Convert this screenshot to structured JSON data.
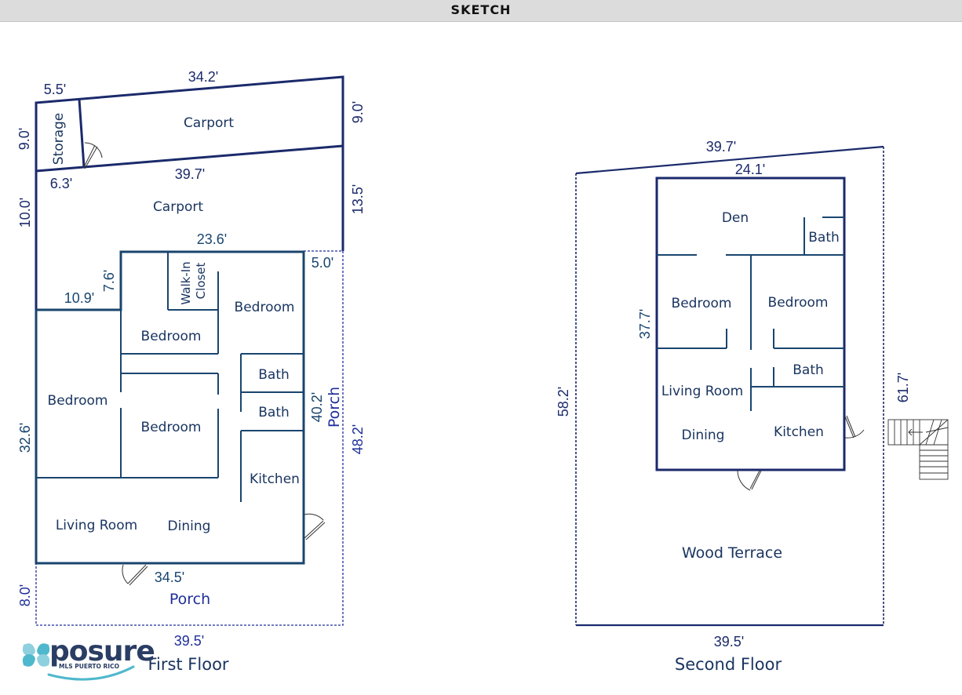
{
  "header": {
    "title": "SKETCH"
  },
  "colors": {
    "outline_navy": "#1b2a6b",
    "interior_blue": "#19456e",
    "label_blue": "#1a3560",
    "porch_dim_blue": "#1f2f9a",
    "header_bg": "#dcdcdc",
    "logo_teal": "#4fb8cc"
  },
  "first_floor": {
    "label": "First Floor",
    "rooms": {
      "carport_top": "Carport",
      "storage": "Storage",
      "carport_main": "Carport",
      "walk_in_line1": "Walk-In",
      "walk_in_line2": "Closet",
      "bedroom_upper_right": "Bedroom",
      "bedroom_upper_mid": "Bedroom",
      "bedroom_left": "Bedroom",
      "bedroom_lower_mid": "Bedroom",
      "bath_upper": "Bath",
      "bath_lower": "Bath",
      "kitchen": "Kitchen",
      "living_room": "Living Room",
      "dining": "Dining",
      "porch_bottom": "Porch",
      "porch_side": "Porch"
    },
    "dimensions": {
      "d1": "5.5'",
      "d2": "34.2'",
      "d3": "9.0'",
      "d4": "9.0'",
      "d5": "6.3'",
      "d6": "39.7'",
      "d7": "10.0'",
      "d8": "13.5'",
      "d9": "23.6'",
      "d10": "5.0'",
      "d11": "7.6'",
      "d12": "10.9'",
      "d13": "32.6'",
      "d14": "40.2'",
      "d15": "48.2'",
      "d16": "34.5'",
      "d17": "8.0'",
      "d18": "39.5'"
    }
  },
  "second_floor": {
    "label": "Second Floor",
    "rooms": {
      "den": "Den",
      "bath_top": "Bath",
      "bedroom_left": "Bedroom",
      "bedroom_right": "Bedroom",
      "bath_mid": "Bath",
      "living_room": "Living Room",
      "kitchen": "Kitchen",
      "dining": "Dining",
      "wood_terrace": "Wood Terrace"
    },
    "dimensions": {
      "d1": "39.7'",
      "d2": "24.1'",
      "d3": "37.7'",
      "d4": "58.2'",
      "d5": "61.7'",
      "d6": "39.5'"
    }
  },
  "logo": {
    "word": "posure",
    "subtitle": "MLS PUERTO RICO",
    "icon": "xposure-x-logo-icon"
  }
}
